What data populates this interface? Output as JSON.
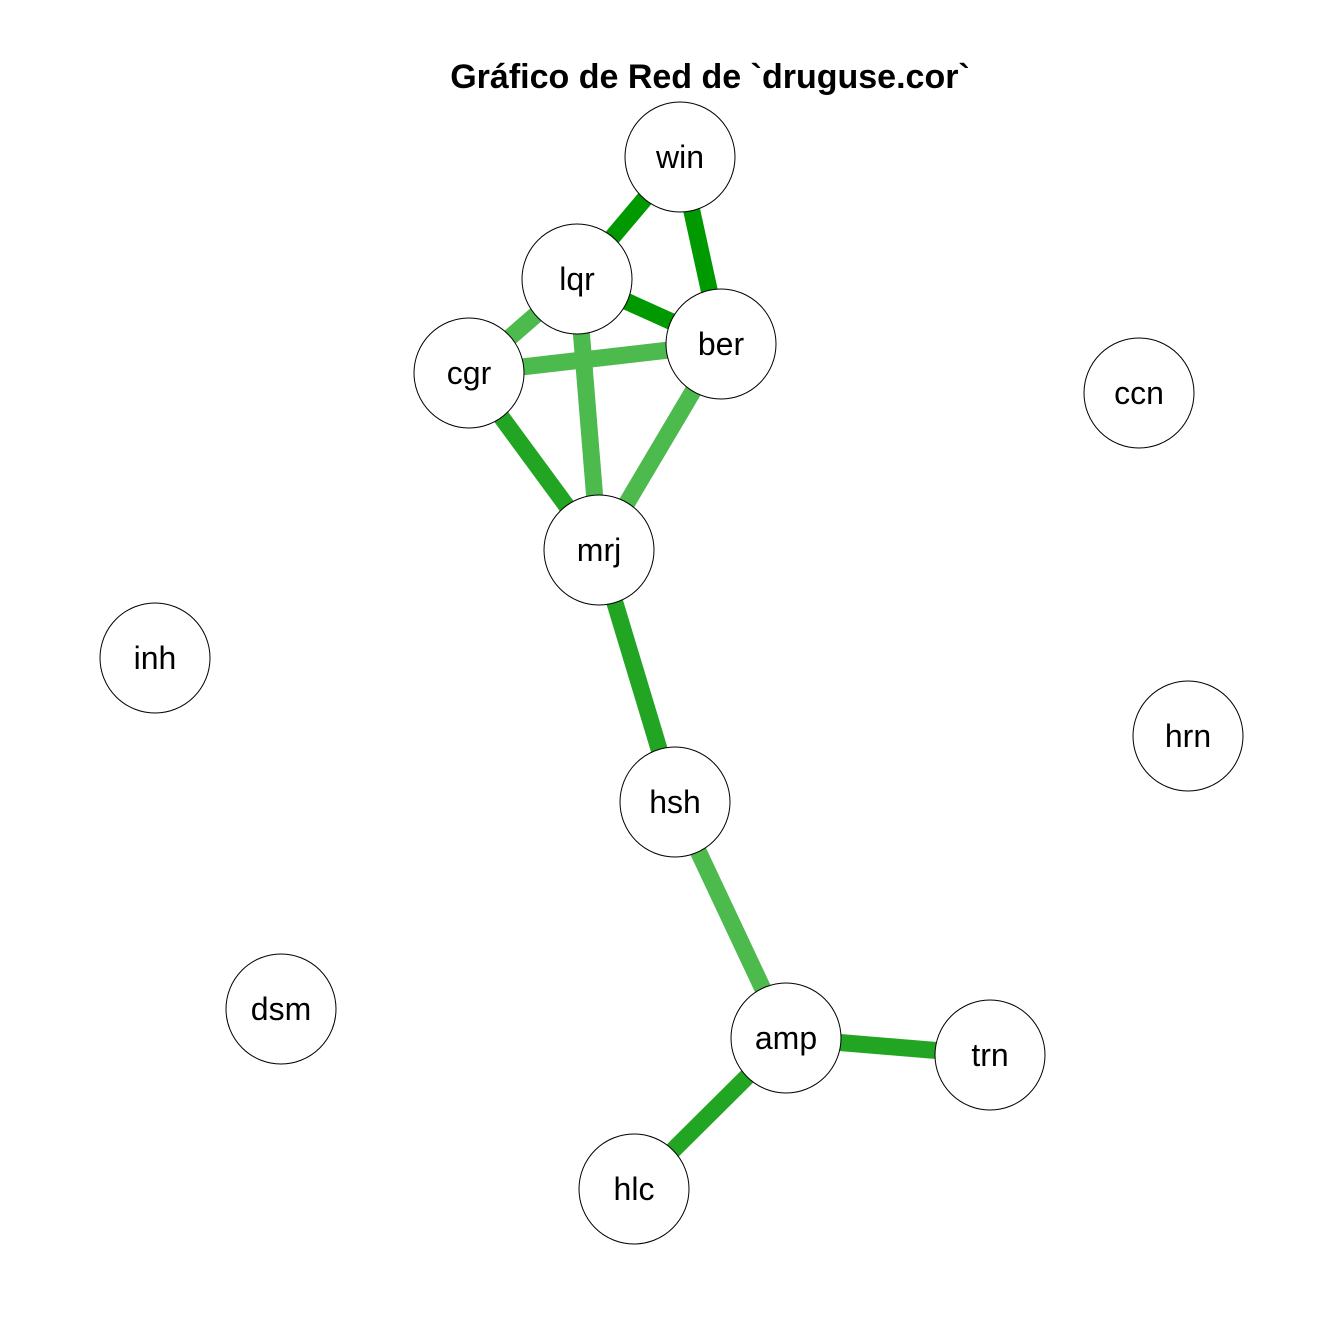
{
  "title": "Gráfico de Red de `druguse.cor`",
  "colors": {
    "background": "#ffffff",
    "node_fill": "#ffffff",
    "node_stroke": "#000000",
    "edge_dark": "#009900",
    "edge_mid": "#22a522",
    "edge_light": "#4cba4c"
  },
  "nodes": [
    {
      "id": "win",
      "label": "win"
    },
    {
      "id": "lqr",
      "label": "lqr"
    },
    {
      "id": "ber",
      "label": "ber"
    },
    {
      "id": "cgr",
      "label": "cgr"
    },
    {
      "id": "ccn",
      "label": "ccn"
    },
    {
      "id": "mrj",
      "label": "mrj"
    },
    {
      "id": "inh",
      "label": "inh"
    },
    {
      "id": "hrn",
      "label": "hrn"
    },
    {
      "id": "hsh",
      "label": "hsh"
    },
    {
      "id": "dsm",
      "label": "dsm"
    },
    {
      "id": "amp",
      "label": "amp"
    },
    {
      "id": "trn",
      "label": "trn"
    },
    {
      "id": "hlc",
      "label": "hlc"
    }
  ],
  "edges": [
    {
      "source": "win",
      "target": "lqr",
      "strength": "dark"
    },
    {
      "source": "win",
      "target": "ber",
      "strength": "dark"
    },
    {
      "source": "lqr",
      "target": "ber",
      "strength": "dark"
    },
    {
      "source": "lqr",
      "target": "cgr",
      "strength": "light"
    },
    {
      "source": "cgr",
      "target": "ber",
      "strength": "light"
    },
    {
      "source": "lqr",
      "target": "mrj",
      "strength": "light"
    },
    {
      "source": "cgr",
      "target": "mrj",
      "strength": "mid"
    },
    {
      "source": "ber",
      "target": "mrj",
      "strength": "light"
    },
    {
      "source": "mrj",
      "target": "hsh",
      "strength": "mid"
    },
    {
      "source": "hsh",
      "target": "amp",
      "strength": "light"
    },
    {
      "source": "amp",
      "target": "trn",
      "strength": "mid"
    },
    {
      "source": "amp",
      "target": "hlc",
      "strength": "mid"
    }
  ]
}
